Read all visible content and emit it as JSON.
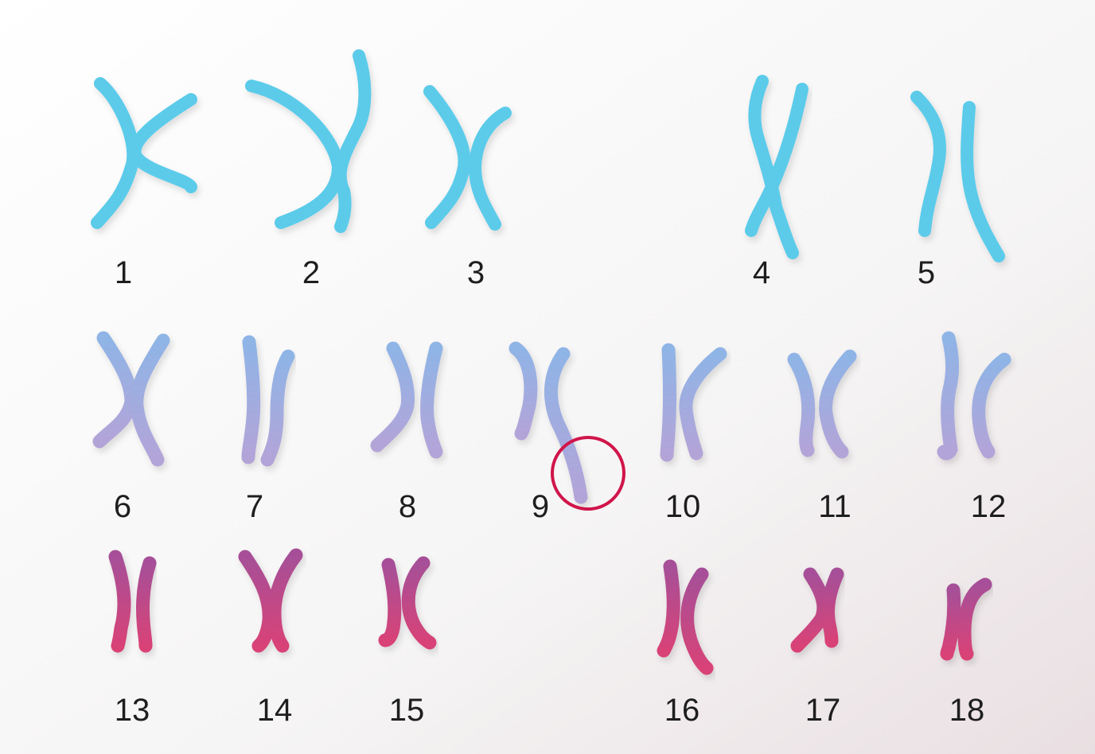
{
  "diagram": {
    "chromosomes": [
      {
        "label": "1",
        "color": "#5ccbea"
      },
      {
        "label": "2",
        "color": "#5ccbea"
      },
      {
        "label": "3",
        "color": "#5ccbea"
      },
      {
        "label": "4",
        "color": "#5ccbea"
      },
      {
        "label": "5",
        "color": "#5ccbea"
      },
      {
        "label": "6",
        "color": "#a4b2e0"
      },
      {
        "label": "7",
        "color": "#a4b2e0"
      },
      {
        "label": "8",
        "color": "#a4b2e0"
      },
      {
        "label": "9",
        "color": "#a4b2e0",
        "highlighted": true
      },
      {
        "label": "10",
        "color": "#a4b2e0"
      },
      {
        "label": "11",
        "color": "#a4b2e0"
      },
      {
        "label": "12",
        "color": "#a4b2e0"
      },
      {
        "label": "13",
        "color": "#c24e88"
      },
      {
        "label": "14",
        "color": "#c24e88"
      },
      {
        "label": "15",
        "color": "#c24e88"
      },
      {
        "label": "16",
        "color": "#c24e88"
      },
      {
        "label": "17",
        "color": "#c24e88"
      },
      {
        "label": "18",
        "color": "#c24e88"
      }
    ],
    "highlight_color": "#d0154a",
    "palette": {
      "row1": "#5ccbea",
      "row2_top": "#8fb4e6",
      "row2_bottom": "#b3a4d8",
      "row3_top": "#a65098",
      "row3_bottom": "#d84277"
    }
  }
}
